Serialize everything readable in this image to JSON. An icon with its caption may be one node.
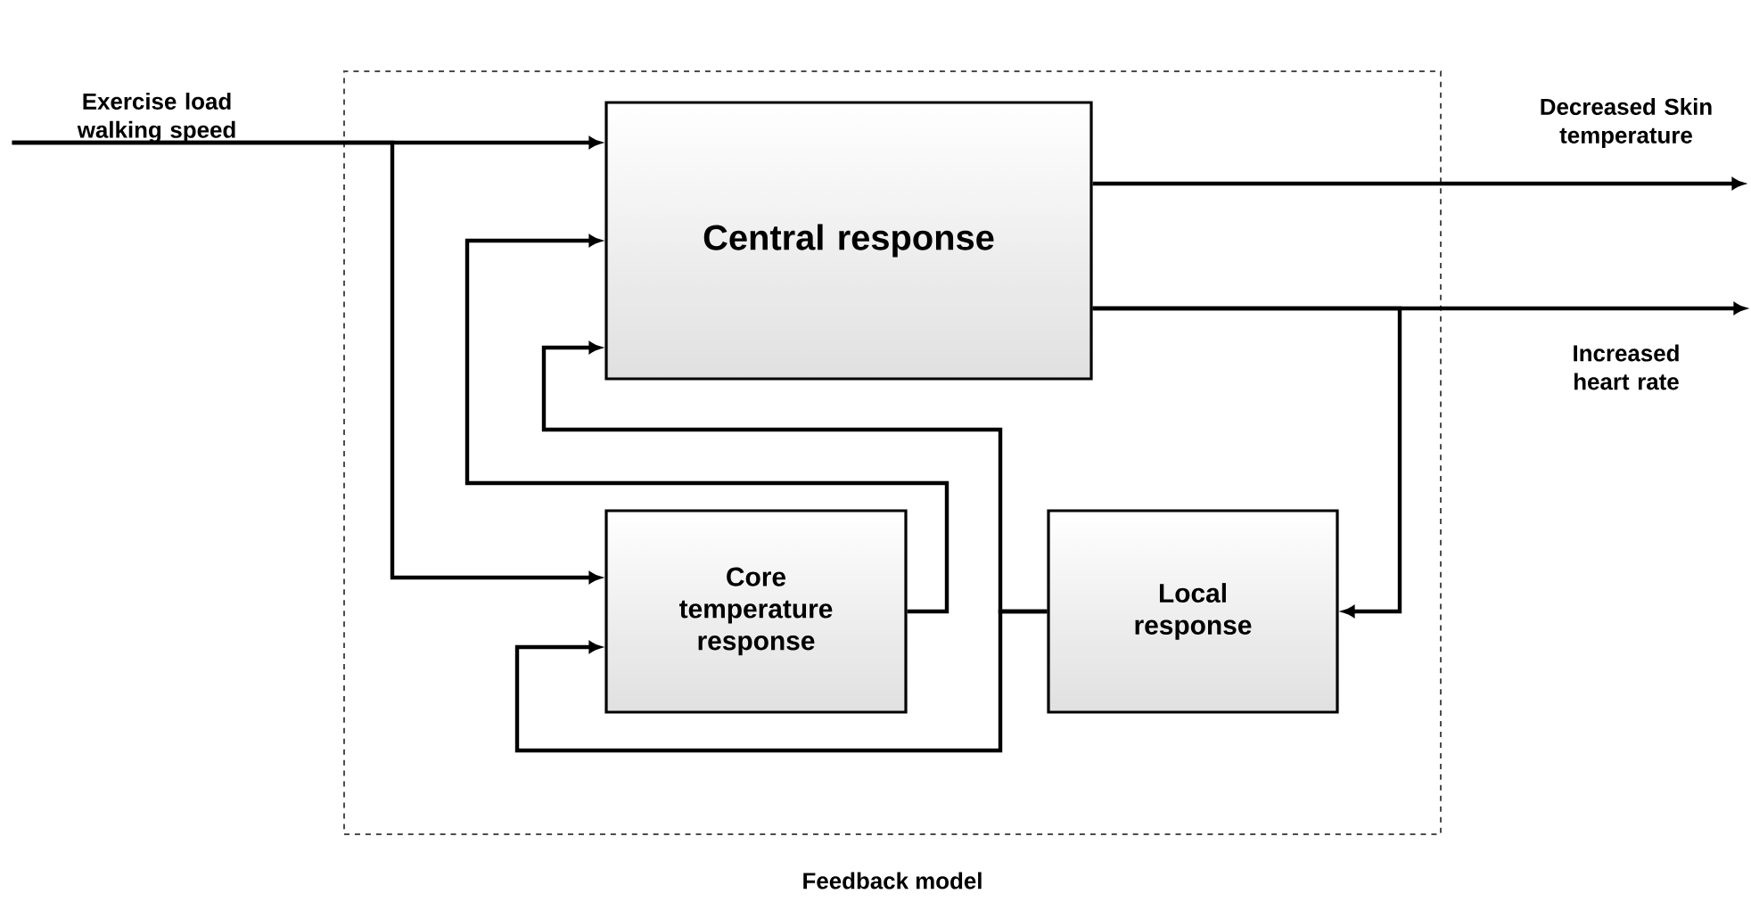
{
  "diagram": {
    "nodes": [
      {
        "text": [
          "Feedback model"
        ]
      },
      {
        "text": [
          "Central response"
        ],
        "in": 0
      },
      {
        "text": [
          "Core temperature response"
        ],
        "in": 0
      },
      {
        "text": [
          "Local response"
        ],
        "in": 0
      },
      {
        "text": [
          "Exercise load walking speed"
        ]
      },
      {
        "text": [
          "Decreased Skin temperature"
        ]
      },
      {
        "text": [
          "Increased heart rate"
        ]
      }
    ],
    "edges": [
      {
        "from": 4,
        "to": 1,
        "arrow": "to"
      },
      {
        "from": 4,
        "to": 2,
        "arrow": "to"
      },
      {
        "from": 2,
        "to": 1,
        "arrow": "to"
      },
      {
        "from": 3,
        "to": 1,
        "arrow": "to"
      },
      {
        "from": 3,
        "to": 2,
        "arrow": "to"
      },
      {
        "from": 1,
        "to": 5,
        "arrow": "to"
      },
      {
        "from": 1,
        "to": 6,
        "arrow": "to"
      },
      {
        "from": 1,
        "to": 3,
        "arrow": "to"
      }
    ]
  }
}
